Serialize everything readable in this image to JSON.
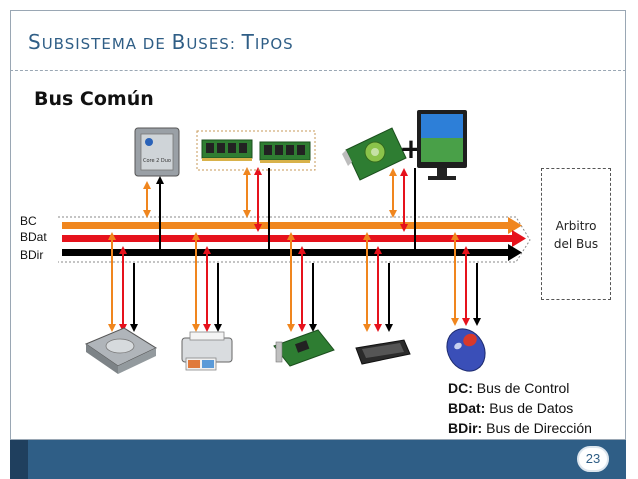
{
  "slide": {
    "title_parts": [
      {
        "text": "S",
        "size": "big"
      },
      {
        "text": "UBSISTEMA DE ",
        "size": "small"
      },
      {
        "text": "B",
        "size": "big"
      },
      {
        "text": "USES",
        "size": "small"
      },
      {
        "text": ": ",
        "size": "small"
      },
      {
        "text": "T",
        "size": "big"
      },
      {
        "text": "IPOS",
        "size": "small"
      }
    ],
    "subtitle": "Bus Común",
    "page_number": "23"
  },
  "buses": {
    "labels": [
      "BC",
      "BDat",
      "BDir"
    ],
    "colors": {
      "BC": "#f0861e",
      "BDat": "#e6121c",
      "BDir": "#000000"
    }
  },
  "arbiter": {
    "line1": "Arbitro",
    "line2": "del Bus"
  },
  "plus_sign": "+",
  "legend": [
    {
      "key": "DC:",
      "text": " Bus de Control"
    },
    {
      "key": "BDat:",
      "text": " Bus de Datos"
    },
    {
      "key": "BDir:",
      "text": " Bus de Dirección"
    }
  ],
  "devices_top": [
    {
      "name": "processor",
      "icon": "cpu-chip-icon",
      "chip_text": "Core 2 Duo"
    },
    {
      "name": "memory",
      "icon": "ram-module-icon"
    },
    {
      "name": "video-card",
      "icon": "graphics-card-icon"
    },
    {
      "name": "monitor",
      "icon": "monitor-icon"
    }
  ],
  "devices_bottom": [
    {
      "name": "hard-disk",
      "icon": "hard-disk-icon"
    },
    {
      "name": "printer",
      "icon": "printer-icon"
    },
    {
      "name": "network-card",
      "icon": "network-card-icon"
    },
    {
      "name": "keyboard",
      "icon": "keyboard-icon"
    },
    {
      "name": "mouse",
      "icon": "mouse-icon"
    }
  ]
}
